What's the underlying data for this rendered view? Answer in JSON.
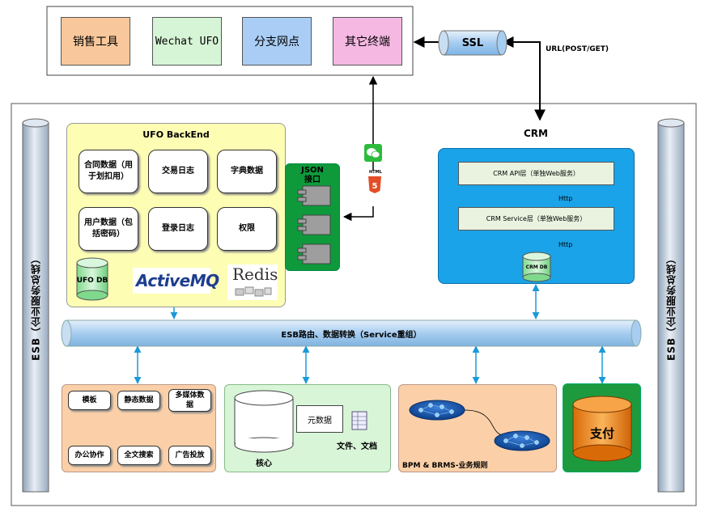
{
  "clients": {
    "sales": "销售工具",
    "wechat": "Wechat UFO",
    "branch": "分支网点",
    "other": "其它终端"
  },
  "ssl": "SSL",
  "url_label": "URL(POST/GET)",
  "crm": {
    "title": "CRM",
    "api_layer": "CRM API层（单独Web服务）",
    "service_layer": "CRM Service层（单独Web服务）",
    "http1": "Http",
    "http2": "Http",
    "db": "CRM DB"
  },
  "ufo": {
    "title": "UFO BackEnd",
    "boxes": [
      "合同数据（用于划扣用）",
      "交易日志",
      "字典数据",
      "用户数据（包括密码）",
      "登录日志",
      "权限"
    ],
    "db": "UFO DB",
    "activemq": "ActiveMQ",
    "redis": "Redis"
  },
  "json_api": {
    "line1": "JSON",
    "line2": "接口"
  },
  "html5_label": "HTML",
  "esb": {
    "bus": "ESB路由、数据转换（Service重组）",
    "left": "ESB（企业服务总线）",
    "right": "ESB（企业服务总线）"
  },
  "content_svc": [
    "模板",
    "静态数据",
    "多媒体数据",
    "办公协作",
    "全文搜索",
    "广告投放"
  ],
  "core": {
    "label": "核心",
    "meta": "元数据",
    "files": "文件、文档"
  },
  "bpm": {
    "label": "BPM & BRMS-业务规则"
  },
  "payment": "支付",
  "colors": {
    "sales": "#f8c89c",
    "wechat": "#d6f5d6",
    "branch": "#a9cdf5",
    "other": "#f5b8e2",
    "ufo_bg": "#fdfdb4",
    "json_bg": "#0e9a3b",
    "crm_bg": "#1aa3e8",
    "esb_bar": "#a7cdf0",
    "bottom_orange": "#fbd0a8",
    "bottom_green": "#d8f5d8",
    "payment_green": "#1d9a3e",
    "payment_cyl": "#f08a1c",
    "arrow_blue": "#1a9ad8"
  }
}
